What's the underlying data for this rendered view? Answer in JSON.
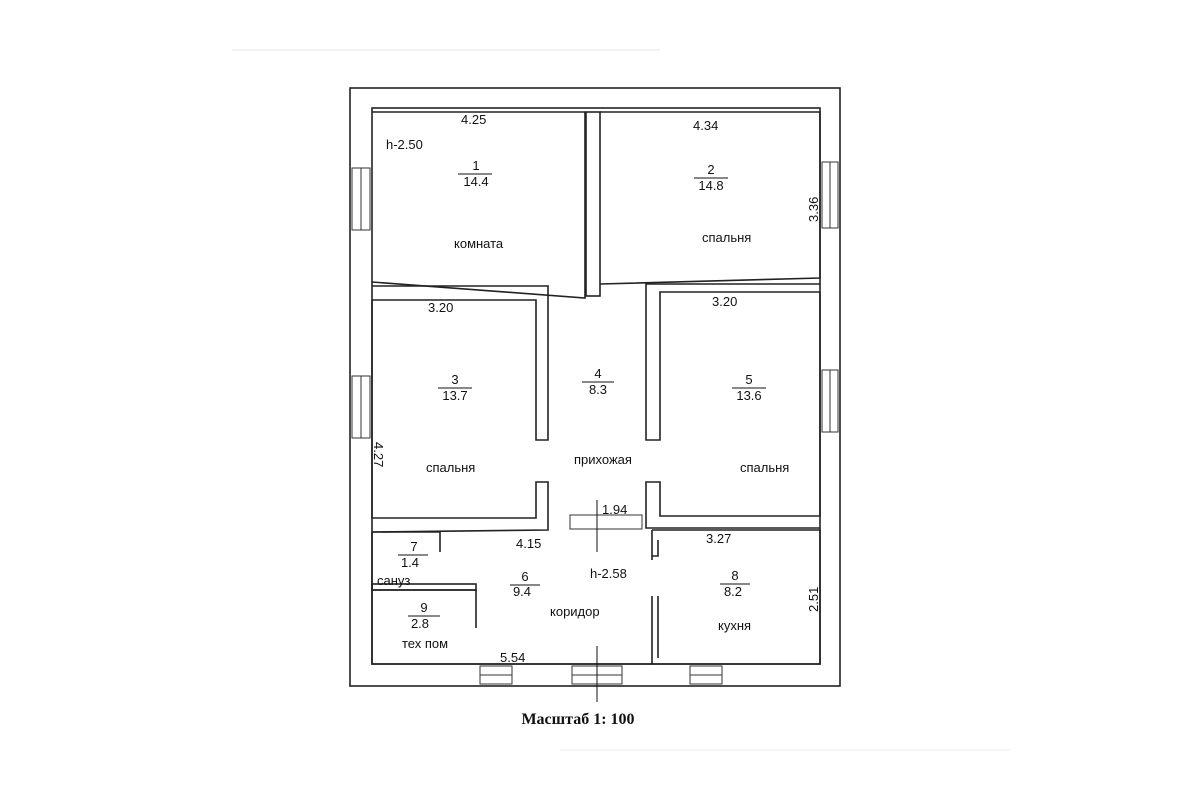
{
  "rooms": [
    {
      "number": "1",
      "area": "14.4",
      "name": "комната"
    },
    {
      "number": "2",
      "area": "14.8",
      "name": "спальня"
    },
    {
      "number": "3",
      "area": "13.7",
      "name": "спальня"
    },
    {
      "number": "4",
      "area": "8.3",
      "name": "прихожая"
    },
    {
      "number": "5",
      "area": "13.6",
      "name": "спальня"
    },
    {
      "number": "6",
      "area": "9.4",
      "name": "коридор"
    },
    {
      "number": "7",
      "area": "1.4",
      "name": "сануз"
    },
    {
      "number": "8",
      "area": "8.2",
      "name": "кухня"
    },
    {
      "number": "9",
      "area": "2.8",
      "name": "тех пом"
    }
  ],
  "dimensions": {
    "room1_width": "4.25",
    "room1_height": "h-2.50",
    "room2_width": "4.34",
    "room2_depth": "3.36",
    "room3_width": "3.20",
    "room3_depth": "4.27",
    "room5_width": "3.20",
    "hall_width": "1.94",
    "corridor_width": "4.15",
    "corridor_height": "h-2.58",
    "kitchen_width": "3.27",
    "kitchen_depth": "2.51",
    "bottom_width": "5.54"
  },
  "scale_label": "Масштаб 1: 100"
}
